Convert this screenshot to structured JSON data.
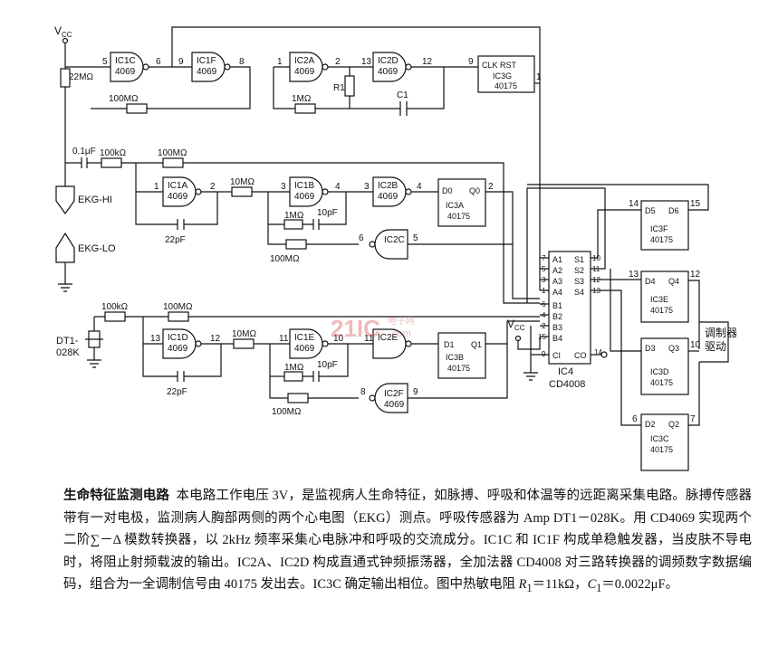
{
  "schematic": {
    "vcc_label": "V",
    "vcc_sub": "CC",
    "ics": {
      "ic1c": {
        "name": "IC1C",
        "part": "4069",
        "pin_in": "5",
        "pin_out": "6"
      },
      "ic1f": {
        "name": "IC1F",
        "part": "4069",
        "pin_in": "9",
        "pin_out": "8"
      },
      "ic2a": {
        "name": "IC2A",
        "part": "4069",
        "pin_in": "1",
        "pin_out": "2"
      },
      "ic2d": {
        "name": "IC2D",
        "part": "4069",
        "pin_in": "13",
        "pin_out": "12"
      },
      "ic3g": {
        "name": "IC3G",
        "part": "40175",
        "line1": "CLK RST",
        "pin_in": "9",
        "pin_out": "1"
      },
      "ic1a": {
        "name": "IC1A",
        "part": "4069",
        "pin_in": "1",
        "pin_out": "2"
      },
      "ic1b": {
        "name": "IC1B",
        "part": "4069",
        "pin_in": "3",
        "pin_out": "4"
      },
      "ic2b": {
        "name": "IC2B",
        "part": "4069",
        "pin_in": "3",
        "pin_out": "4"
      },
      "ic3a": {
        "name": "IC3A",
        "part": "40175",
        "d": "D0",
        "q": "Q0",
        "pin_out": "2"
      },
      "ic2c": {
        "name": "IC2C",
        "part": "4069",
        "pin_in": "6",
        "pin_out": "5"
      },
      "ic1d": {
        "name": "IC1D",
        "part": "4069",
        "pin_in": "13",
        "pin_out": "12"
      },
      "ic1e": {
        "name": "IC1E",
        "part": "4069",
        "pin_in": "11",
        "pin_out": "10"
      },
      "ic2e": {
        "name": "IC2E",
        "part": "4069",
        "pin_in": "11"
      },
      "ic3b": {
        "name": "IC3B",
        "part": "40175",
        "d": "D1",
        "q": "Q1"
      },
      "ic2f": {
        "name": "IC2F",
        "part": "4069",
        "pin_in": "8",
        "pin_out": "9"
      },
      "ic4": {
        "name": "IC4",
        "part": "CD4008",
        "left_pins": [
          "A1",
          "A2",
          "A3",
          "A4",
          "B1",
          "B2",
          "B3",
          "B4",
          "CI"
        ],
        "left_nums": [
          "7",
          "5",
          "3",
          "1",
          "6",
          "4",
          "2",
          "15",
          "9"
        ],
        "right_pins": [
          "S1",
          "S2",
          "S3",
          "S4",
          "CO"
        ],
        "right_nums": [
          "10",
          "11",
          "12",
          "13",
          "14"
        ]
      },
      "ic3f": {
        "name": "IC3F",
        "part": "40175",
        "d": "D5",
        "q": "D6",
        "pin_in": "14",
        "pin_out": "15"
      },
      "ic3e": {
        "name": "IC3E",
        "part": "40175",
        "d": "D4",
        "q": "Q4",
        "pin_in": "13",
        "pin_out": "12"
      },
      "ic3d": {
        "name": "IC3D",
        "part": "40175",
        "d": "D3",
        "q": "Q3",
        "pin_out": "10"
      },
      "ic3c": {
        "name": "IC3C",
        "part": "40175",
        "d": "D2",
        "q": "Q2",
        "pin_in": "6",
        "pin_out": "7"
      }
    },
    "components": {
      "r_22m": "22MΩ",
      "r_100m_top": "100MΩ",
      "r_1m_top": "1MΩ",
      "r1": "R1",
      "c1": "C1",
      "c_01uf": "0.1μF",
      "r_100k_a": "100kΩ",
      "r_100m_a": "100MΩ",
      "r_10m_a": "10MΩ",
      "c_22pf_a": "22pF",
      "r_1m_a": "1MΩ",
      "c_10pf_a": "10pF",
      "r_100m_a2": "100MΩ",
      "r_100k_b": "100kΩ",
      "r_100m_b": "100MΩ",
      "r_10m_b": "10MΩ",
      "c_22pf_b": "22pF",
      "r_1m_b": "1MΩ",
      "c_10pf_b": "10pF",
      "r_100m_b2": "100MΩ"
    },
    "labels": {
      "ekg_hi": "EKG-HI",
      "ekg_lo": "EKG-LO",
      "dt1_line1": "DT1-",
      "dt1_line2": "028K",
      "modulator_line1": "调制器",
      "modulator_line2": "驱动",
      "vcc2": "V",
      "vcc2_sub": "CC"
    },
    "watermark": {
      "main": "21IC",
      "sub": "电子网",
      "url": ".com"
    }
  },
  "caption": {
    "title": "生命特征监测电路",
    "p1": "本电路工作电压 3V，是监视病人生命特征，如脉搏、呼吸和体温等的远距离采集电路。脉搏传感器带有一对电极，监测病人胸部两侧的两个心电图（EKG）测点。呼吸传感器为 Amp DT1－028K。用 CD4069 实现两个二阶∑－Δ 模数转换器，以 2kHz 频率采集心电脉冲和呼吸的交流成分。IC1C 和 IC1F 构成单稳触发器，当皮肤不导电时，将阻止射频载波的输出。IC2A、IC2D 构成直通式钟频振荡器，全加法器 CD4008 对三路转换器的调频数字数据编码，组合为一全调制信号由 40175 发出去。IC3C 确定输出相位。图中热敏电阻 ",
    "r1_label": "R",
    "r1_sub": "1",
    "r1_val": "＝11kΩ，",
    "c1_label": "C",
    "c1_sub": "1",
    "c1_val": "＝0.0022μF。"
  }
}
